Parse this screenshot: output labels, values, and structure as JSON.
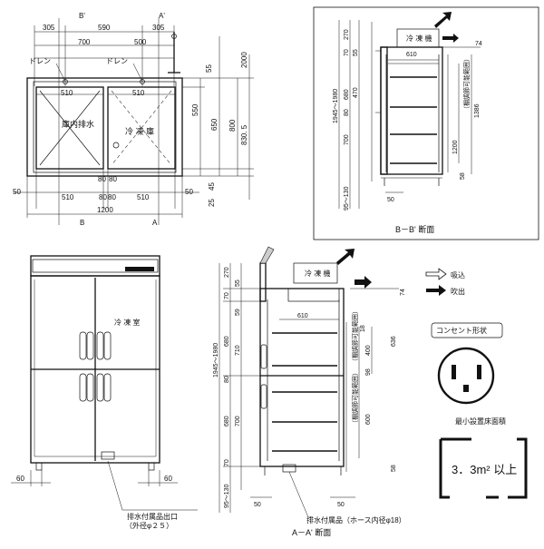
{
  "plan": {
    "top_dims": {
      "b_mark": "B'",
      "a_mark": "A'",
      "d305l": "305",
      "d590": "590",
      "d305r": "305",
      "d700": "700",
      "d500": "500"
    },
    "drain_left": "ドレン",
    "drain_right": "ドレン",
    "inner": {
      "d510l": "510",
      "d510r": "510",
      "room_left": "庫内排水",
      "room_right": "冷 凍 庫"
    },
    "right_dims": {
      "d55": "55",
      "d550": "550",
      "d650": "650",
      "d800": "800",
      "d2000": "2000",
      "d830": "830. 5",
      "d45": "45",
      "d25": "25"
    },
    "bottom_dims": {
      "d50l": "50",
      "d510l": "510",
      "d80l": "80",
      "d80r": "80",
      "d510r": "510",
      "d50r": "50",
      "d1200": "1200",
      "b": "B",
      "a": "A",
      "t80l": "80",
      "t80r": "80"
    }
  },
  "section_bb": {
    "caption": "B－B' 断面",
    "unit_label": "冷 凍 機",
    "dims": {
      "d270": "270",
      "d70": "70",
      "d55": "55",
      "d74": "74",
      "d610": "610",
      "d470": "470",
      "d80": "80",
      "d680": "680",
      "d700": "700",
      "d1945": "1945～1980",
      "d1200": "1200",
      "d1386": "1386",
      "d58": "58",
      "d95": "95～130",
      "d50": "50"
    },
    "range_label": "（棚調節可能範囲）"
  },
  "front": {
    "room_label": "冷 凍 室",
    "d60l": "60",
    "d60r": "60",
    "drain_outlet": "排水付属品出口",
    "drain_outer": "（外径φ２５）"
  },
  "section_aa": {
    "caption": "A－A' 断面",
    "unit_label": "冷 凍 機",
    "dims": {
      "d270": "270",
      "d70": "70",
      "d55": "55",
      "d59": "59",
      "d74": "74",
      "d610": "610",
      "d18": "18",
      "d710": "710",
      "d680": "680",
      "d400": "400",
      "d636": "636",
      "d98": "98",
      "d80": "80",
      "d700": "700",
      "d600": "600",
      "d1945": "1945～1980",
      "d58": "58",
      "d95": "95～130",
      "d50l": "50",
      "d50r": "50"
    },
    "range_label_upper": "（棚調節可能範囲）",
    "range_label_lower": "（棚調節可能範囲）",
    "drain_item": "排水付属品（ホース内径φ18）"
  },
  "legend": {
    "intake": "吸込",
    "exhaust": "吹出"
  },
  "outlet": {
    "title": "コンセント形状"
  },
  "floor": {
    "title": "最小設置床面積",
    "area": "3．3m² 以上"
  }
}
